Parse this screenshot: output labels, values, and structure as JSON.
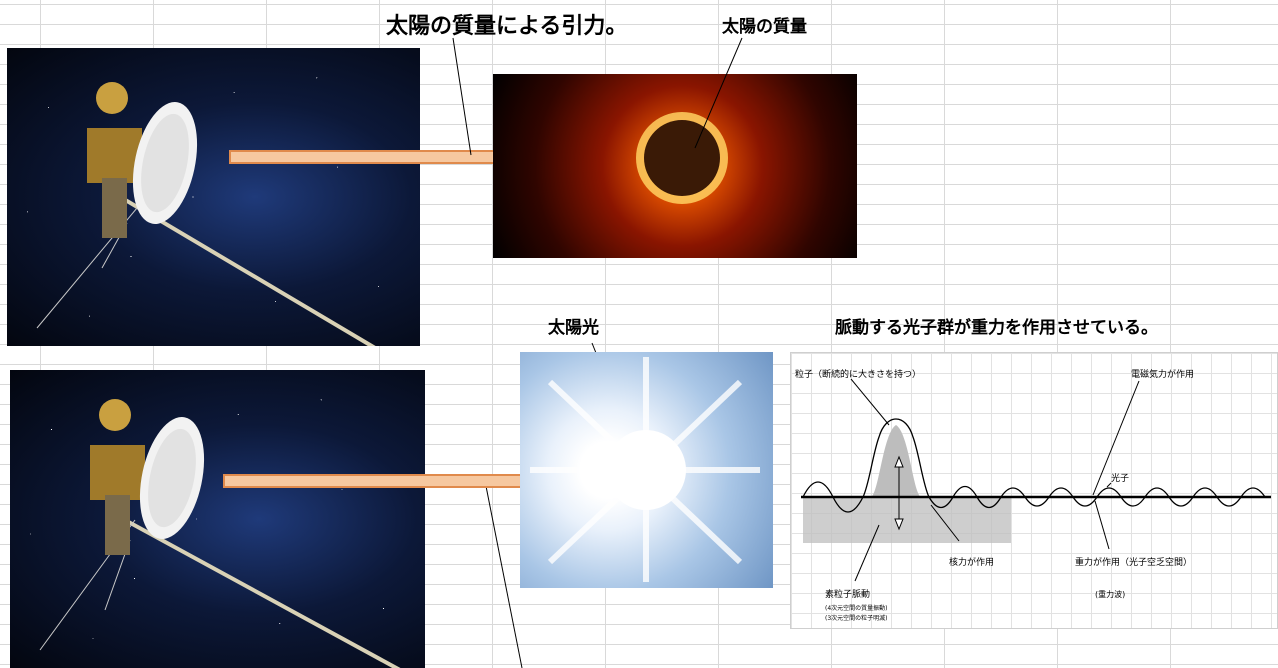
{
  "labels": {
    "gravity_from_sun_mass": "太陽の質量による引力。",
    "sun_mass": "太陽の質量",
    "sunlight": "太陽光",
    "pulsating_photons": "脈動する光子群が重力を作用させている。"
  },
  "diagram": {
    "particle": "粒子（断続的に大きさを持つ）",
    "electromagnetic_force": "電磁気力が作用",
    "photon": "光子",
    "nuclear_force": "核力が作用",
    "gravity_force": "重力が作用（光子空乏空間）",
    "elementary_particle_pulse": "素粒子脈動",
    "pulse_note_1": "(4次元空間の質量振動)",
    "pulse_note_2": "(3次元空間の粒子明滅)",
    "gravity_wave": "(重力波)"
  },
  "colors": {
    "arrow_fill": "#f6c8a0",
    "arrow_edge": "#e08a4c",
    "sun_disk": "#3a1a06",
    "grid": "#d9d9d9"
  },
  "icons": [
    "spacecraft-icon",
    "arrow-right-icon",
    "eclipse-image",
    "sunburst-image"
  ]
}
